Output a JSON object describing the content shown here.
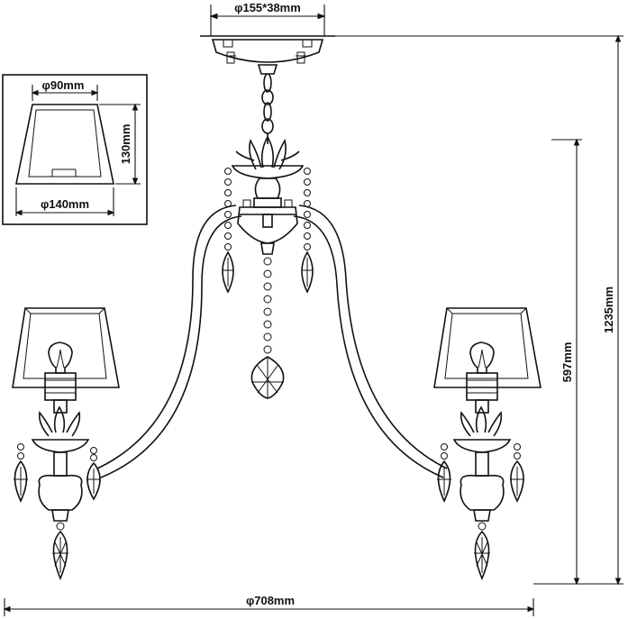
{
  "dimensions": {
    "canopy": "φ155*38mm",
    "shade_top": "φ90mm",
    "shade_height": "130mm",
    "shade_bottom": "φ140mm",
    "drop_min": "597mm",
    "drop_max": "1235mm",
    "width": "φ708mm"
  }
}
